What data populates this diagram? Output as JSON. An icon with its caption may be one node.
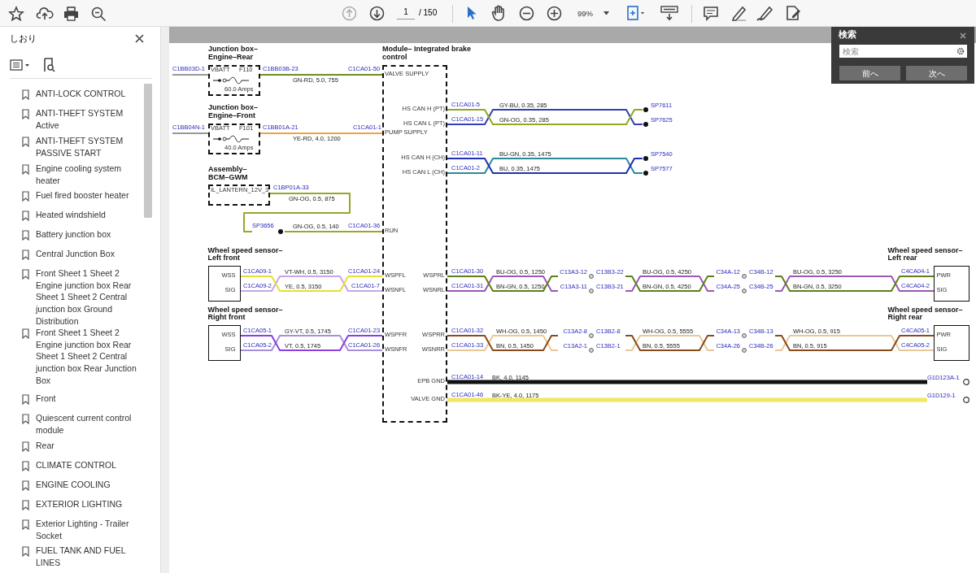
{
  "diagram": {
    "nodes": [
      {
        "text": [
          "Junction box– Engine–Rear",
          "VBATT",
          "F110",
          "60.0 Amps"
        ]
      },
      {
        "text": [
          "Junction box– Engine–Front",
          "VBATT",
          "F101",
          "40.0 Amps"
        ]
      },
      {
        "text": [
          "Assembly– BCM–GWM",
          "IL_LANTERN_12V_3"
        ]
      },
      {
        "text": [
          "Module– Integrated brake control",
          "VALVE SUPPLY",
          "HS CAN H (PT)",
          "HS CAN L (PT)",
          "PUMP SUPPLY",
          "HS CAN H (CH)",
          "HS CAN L (CH)",
          "RUN",
          "WSPFL",
          "WSPRL",
          "WSNFL",
          "WSNRL",
          "WSPFR",
          "WSPRR",
          "WSNFR",
          "WSNRR",
          "EPB GND",
          "VALVE GND"
        ]
      },
      {
        "text": [
          "Wheel speed sensor– Left front",
          "WSS",
          "SIG"
        ]
      },
      {
        "text": [
          "Wheel speed sensor– Right front",
          "WSS",
          "SIG"
        ]
      },
      {
        "text": [
          "Wheel speed sensor– Left rear",
          "PWR",
          "SIG"
        ]
      },
      {
        "text": [
          "Wheel speed sensor– Right rear",
          "PWR",
          "SIG"
        ]
      },
      {
        "text": [
          "SP3656"
        ]
      },
      {
        "text": [
          "SP7611"
        ]
      },
      {
        "text": [
          "SP7625"
        ]
      },
      {
        "text": [
          "SP7540"
        ]
      },
      {
        "text": [
          "SP7577"
        ]
      },
      {
        "text": [
          "C13A3-12",
          "C13B3-22"
        ]
      },
      {
        "text": [
          "C13A3-11",
          "C13B3-21"
        ]
      },
      {
        "text": [
          "C34A-12",
          "C34B-12"
        ]
      },
      {
        "text": [
          "C34A-25",
          "C34B-25"
        ]
      },
      {
        "text": [
          "C13A2-8",
          "C13B2-8"
        ]
      },
      {
        "text": [
          "C13A2-1",
          "C13B2-1"
        ]
      },
      {
        "text": [
          "C34A-13",
          "C34B-13"
        ]
      },
      {
        "text": [
          "C34A-26",
          "C34B-26"
        ]
      },
      {
        "text": [
          "G1D123A-1"
        ]
      },
      {
        "text": [
          "G1D129-1"
        ]
      }
    ],
    "edges": [
      {
        "from": 0,
        "to": 3,
        "arrow": "none",
        "label": "GN-RD, 5.0, 755",
        "color": "#6b8f1e"
      },
      {
        "from": 1,
        "to": 3,
        "arrow": "none",
        "label": "YE-RD, 4.0, 1200",
        "color": "#f2a43a"
      },
      {
        "from": 2,
        "to": 8,
        "arrow": "none",
        "label": "GN-OG, 0.5, 875",
        "color": "#9aa52a"
      },
      {
        "from": 8,
        "to": 3,
        "arrow": "none",
        "label": "GN-OG, 0.5, 140",
        "color": "#9aa52a"
      },
      {
        "from": 3,
        "to": 10,
        "arrow": "none",
        "label": "GY-BU, 0.35, 285",
        "color": "#3040b8"
      },
      {
        "from": 3,
        "to": 9,
        "arrow": "none",
        "label": "GN-OG, 0.35, 285",
        "color": "#8fa828"
      },
      {
        "from": 3,
        "to": 12,
        "arrow": "none",
        "label": "BU-GN, 0.35, 1475",
        "color": "#2a8a9a"
      },
      {
        "from": 3,
        "to": 11,
        "arrow": "none",
        "label": "BU, 0.35, 1475",
        "color": "#2030b0"
      },
      {
        "from": 4,
        "to": 3,
        "arrow": "none",
        "label": "VT-WH, 0.5, 3150",
        "color": "#c6a6e8"
      },
      {
        "from": 4,
        "to": 3,
        "arrow": "none",
        "label": "YE, 0.5, 3150",
        "color": "#e6e030"
      },
      {
        "from": 5,
        "to": 3,
        "arrow": "none",
        "label": "GY-VT, 0.5, 1745",
        "color": "#a890d8"
      },
      {
        "from": 5,
        "to": 3,
        "arrow": "none",
        "label": "VT, 0.5, 1745",
        "color": "#8a40e0"
      },
      {
        "from": 3,
        "to": 14,
        "arrow": "none",
        "label": "BU-OG, 0.5, 1250",
        "color": "#9a58b8"
      },
      {
        "from": 14,
        "to": 16,
        "arrow": "none",
        "label": "BU-OG, 0.5, 4250",
        "color": "#9a58b8"
      },
      {
        "from": 16,
        "to": 6,
        "arrow": "none",
        "label": "BU-OG, 0.5, 3250",
        "color": "#9a58b8"
      },
      {
        "from": 3,
        "to": 13,
        "arrow": "none",
        "label": "BN-GN, 0.5, 1250",
        "color": "#5f7f1a"
      },
      {
        "from": 13,
        "to": 15,
        "arrow": "none",
        "label": "BN-GN, 0.5, 4250",
        "color": "#5f7f1a"
      },
      {
        "from": 15,
        "to": 6,
        "arrow": "none",
        "label": "BN-GN, 0.5, 3250",
        "color": "#5f7f1a"
      },
      {
        "from": 3,
        "to": 18,
        "arrow": "none",
        "label": "WH-OG, 0.5, 1450",
        "color": "#e8c89a"
      },
      {
        "from": 18,
        "to": 20,
        "arrow": "none",
        "label": "WH-OG, 0.5, 5555",
        "color": "#e8c89a"
      },
      {
        "from": 20,
        "to": 7,
        "arrow": "none",
        "label": "WH-OG, 0.5, 915",
        "color": "#e8c89a"
      },
      {
        "from": 3,
        "to": 17,
        "arrow": "none",
        "label": "BN, 0.5, 1450",
        "color": "#8b4a1a"
      },
      {
        "from": 17,
        "to": 19,
        "arrow": "none",
        "label": "BN, 0.5, 5555",
        "color": "#8b4a1a"
      },
      {
        "from": 19,
        "to": 7,
        "arrow": "none",
        "label": "BN, 0.5, 915",
        "color": "#8b4a1a"
      },
      {
        "from": 3,
        "to": 21,
        "arrow": "none",
        "label": "BK, 4.0, 1145",
        "color": "#111111",
        "style": "thick"
      },
      {
        "from": 3,
        "to": 22,
        "arrow": "none",
        "label": "BK-YE, 4.0, 1175",
        "color": "#f0e860",
        "style": "thick"
      }
    ],
    "labels": [
      "1",
      "/ 150",
      "99%",
      "しおり",
      "ANTI-LOCK CONTROL",
      "ANTI-THEFT SYSTEM Active",
      "ANTI-THEFT SYSTEM PASSIVE START",
      "Engine cooling system heater",
      "Fuel fired booster heater",
      "Heated windshield",
      "Battery junction box",
      "Central Junction Box",
      "Front Sheet 1 Sheet 2 Engine junction box Rear Sheet 1 Sheet 2 Central junction box Ground Distribution",
      "Front Sheet 1 Sheet 2 Engine junction box Rear Sheet 1 Sheet 2 Central junction box Rear Junction Box",
      "Front",
      "Quiescent current control module",
      "Rear",
      "CLIMATE CONTROL",
      "ENGINE COOLING",
      "EXTERIOR LIGHTING",
      "Exterior Lighting - Trailer Socket",
      "FUEL TANK AND FUEL LINES",
      "検索",
      "検索",
      "前へ",
      "次へ",
      "C1BB03D-1",
      "C1BB03B-23",
      "C1CA01-50",
      "C1BB04N-1",
      "C1BB01A-21",
      "C1CA01-1",
      "C1BP01A-33",
      "C1CA01-36",
      "C1CA01-5",
      "C1CA01-15",
      "C1CA01-11",
      "C1CA01-2",
      "C1CA09-1",
      "C1CA01-24",
      "C1CA01-30",
      "C4CA04-1",
      "C1CA09-2",
      "C1CA01-7",
      "C1CA01-31",
      "C4CA04-2",
      "C1CA05-1",
      "C1CA01-23",
      "C1CA01-32",
      "C4CA05-1",
      "C1CA05-2",
      "C1CA01-26",
      "C1CA01-33",
      "C4CA05-2",
      "C1CA01-14",
      "C1CA01-46"
    ]
  }
}
